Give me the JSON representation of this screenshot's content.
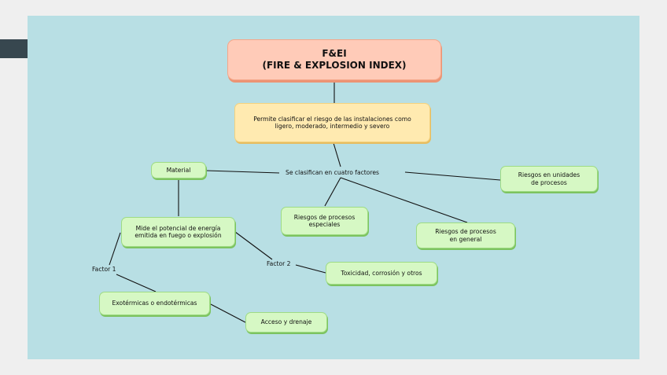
{
  "diagram": {
    "title": "F&EI\n(FIRE & EXPLOSION INDEX)",
    "description": "Permite clasificar el riesgo de las instalaciones como\nligero, moderado, intermedio y severo",
    "hub_label": "Se clasifican en cuatro factores",
    "nodes": {
      "material": "Material",
      "process_units": "Riesgos en unidades\nde procesos",
      "special_processes": "Riesgos de procesos\nespeciales",
      "general_processes": "Riesgos de procesos\nen general",
      "energy_potential": "Mide el potencial de energía\nemitida en fuego o explosión",
      "toxicity": "Toxicidad, corrosión y otros",
      "exo_endo": "Exotérmicas o endotérmicas",
      "access_drainage": "Acceso y drenaje"
    },
    "labels": {
      "factor1": "Factor 1",
      "factor2": "Factor 2"
    },
    "colors": {
      "background": "#b8dfe4",
      "title_fill": "#ffcbb8",
      "description_fill": "#ffeab0",
      "node_fill": "#d6f8c4"
    }
  }
}
